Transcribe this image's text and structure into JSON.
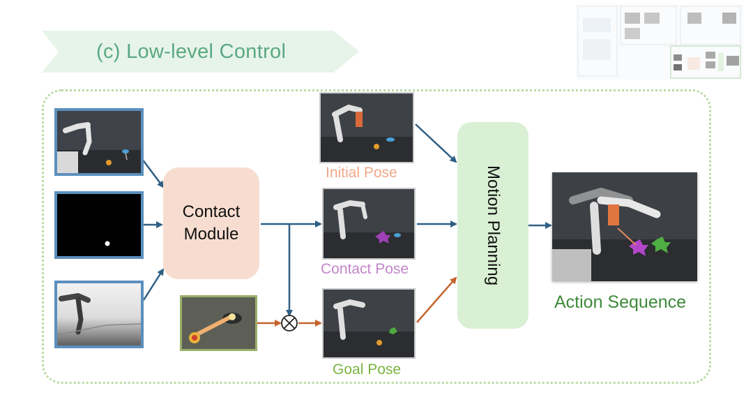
{
  "section_title": "(c) Low-level Control",
  "contact_module": {
    "line1": "Contact",
    "line2": "Module"
  },
  "motion_planning": "Motion Planning",
  "poses": {
    "initial": "Initial Pose",
    "contact": "Contact Pose",
    "goal": "Goal Pose"
  },
  "output": "Action Sequence",
  "colors": {
    "title_green": "#5aa882",
    "initial": "#f0a987",
    "contact": "#c387c9",
    "goal": "#7cb342",
    "output": "#3f8a3a",
    "arrow_blue": "#2f5f85",
    "arrow_orange": "#c4642e"
  },
  "icons": {
    "combine": "circled-times-icon"
  }
}
